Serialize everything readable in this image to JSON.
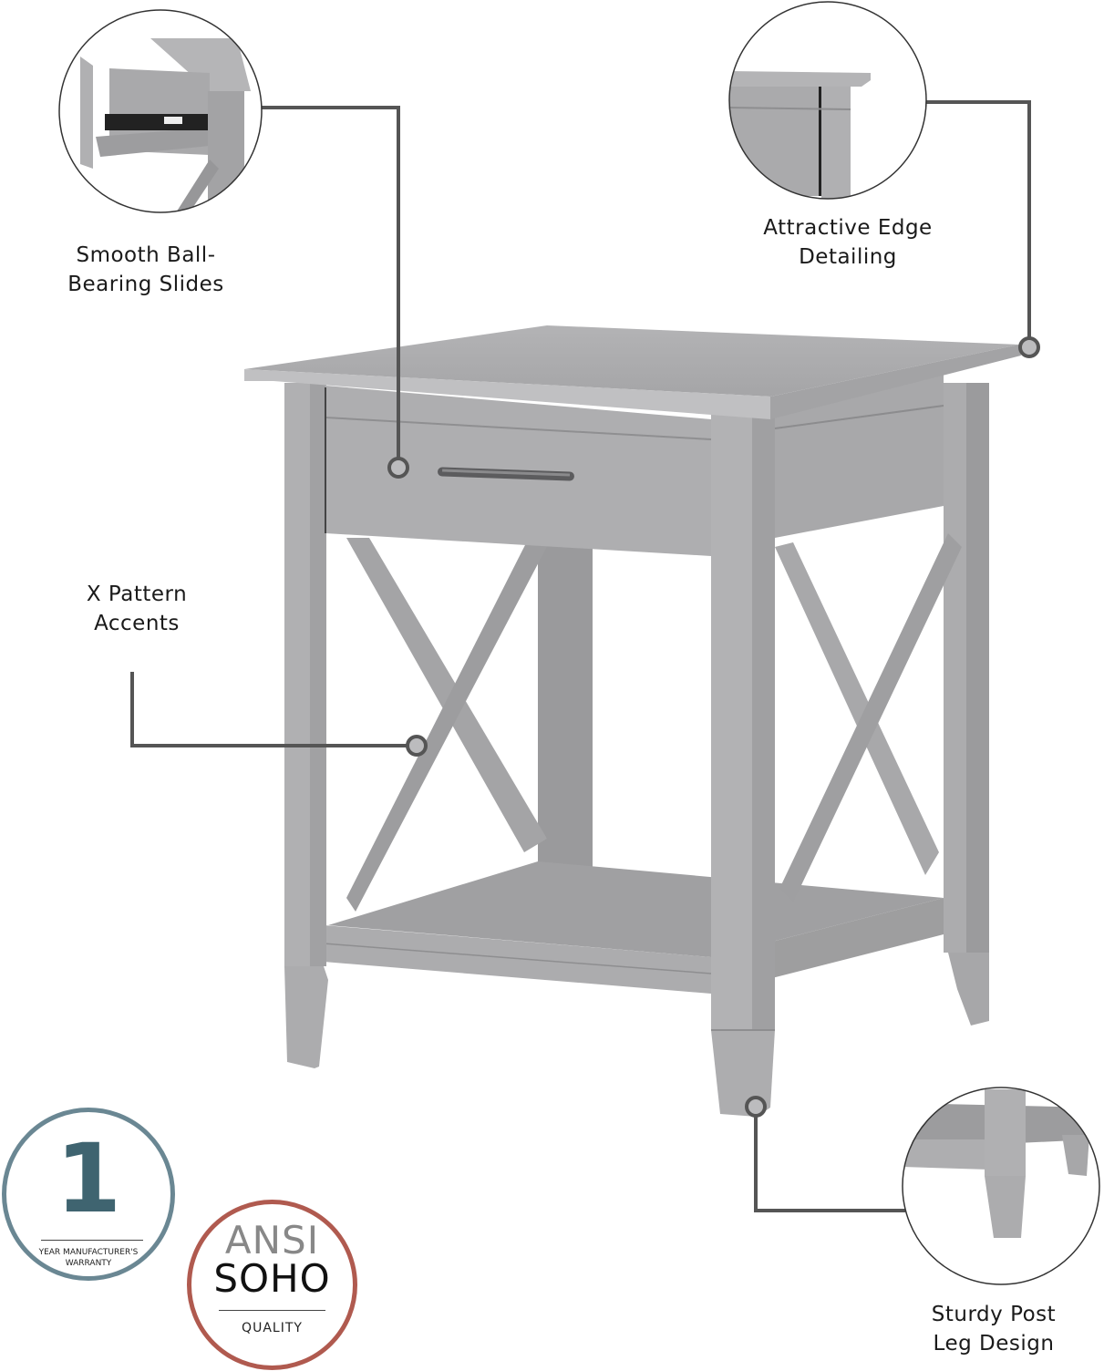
{
  "product": {
    "type": "end table",
    "finish_color": "#a9a9ab"
  },
  "callouts": [
    {
      "id": "drawer-slides",
      "label_line1": "Smooth Ball-",
      "label_line2": "Bearing Slides"
    },
    {
      "id": "edge-detailing",
      "label_line1": "Attractive Edge",
      "label_line2": "Detailing"
    },
    {
      "id": "x-pattern",
      "label_line1": "X Pattern",
      "label_line2": "Accents"
    },
    {
      "id": "post-legs",
      "label_line1": "Sturdy Post",
      "label_line2": "Leg Design"
    }
  ],
  "badges": {
    "warranty": {
      "number": "1",
      "line1": "YEAR MANUFACTURER'S",
      "line2": "WARRANTY",
      "color": "#6a8793",
      "number_color": "#3f6470"
    },
    "ansi": {
      "line1": "ANSI",
      "line2": "SOHO",
      "line3": "QUALITY",
      "color": "#b05a4f"
    }
  },
  "colors": {
    "callout_line": "#555555",
    "wood_light": "#b4b4b6",
    "wood_mid": "#a2a2a4",
    "wood_dark": "#8c8c8e"
  }
}
